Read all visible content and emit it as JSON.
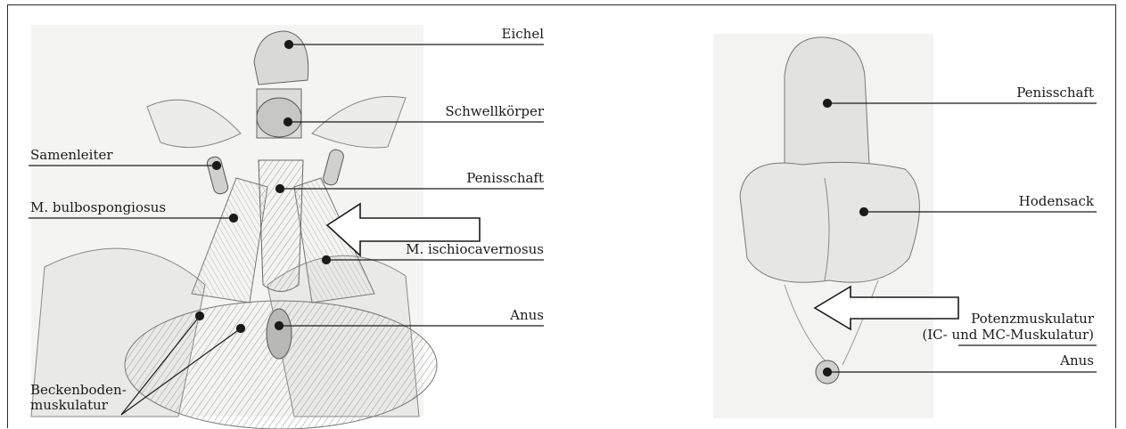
{
  "left_labels": {
    "eichel": "Eichel",
    "schwellkoerper": "Schwellkörper",
    "samenleiter": "Samenleiter",
    "penisschaft": "Penisschaft",
    "bulbospongiosus": "M. bulbospongiosus",
    "ischiocavernosus": "M. ischiocavernosus",
    "anus": "Anus",
    "beckenboden_1": "Beckenboden-",
    "beckenboden_2": "muskulatur"
  },
  "right_labels": {
    "penisschaft": "Penisschaft",
    "hodensack": "Hodensack",
    "potenz_1": "Potenzmuskulatur",
    "potenz_2": "(IC- und MC-Muskulatur)",
    "anus": "Anus"
  },
  "colors": {
    "line": "#1a1a1a",
    "sketch": "#8a8a8a",
    "panel_bg": "#f0f0ef"
  }
}
